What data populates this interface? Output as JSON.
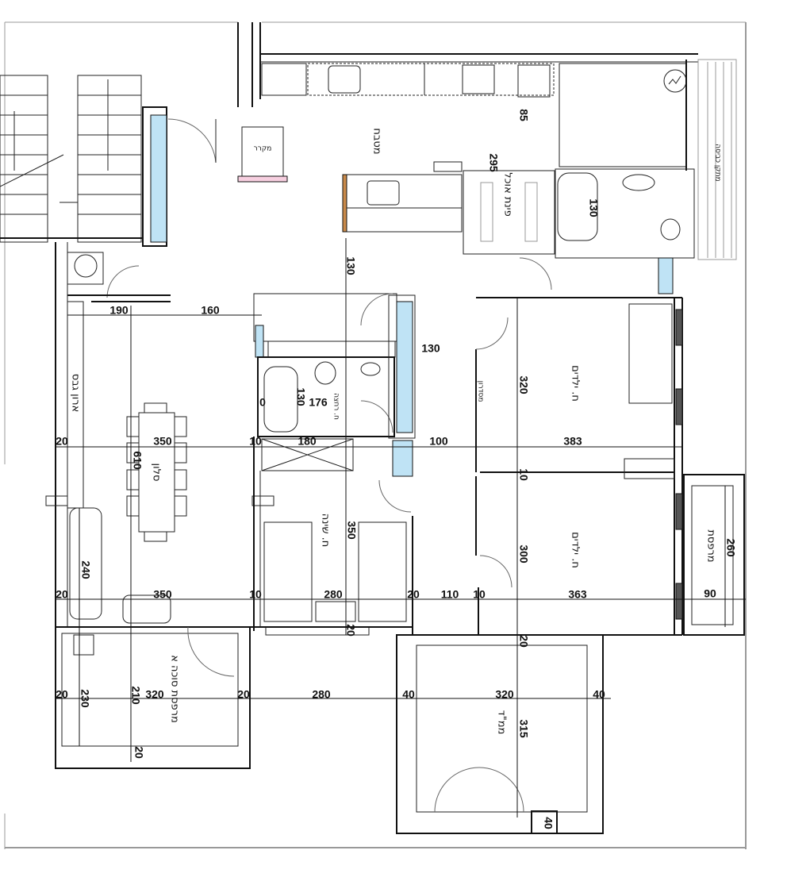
{
  "plan": {
    "rooms": {
      "kitchen": "מטבח",
      "fridge": "מקרר",
      "dining": "פינת אוכל",
      "laundry": "מתקן כביסה",
      "kids_room_1": "ח. ילדים",
      "corridor": "מסדרון",
      "kids_room_2": "ח. ילדים",
      "balcony": "מרפסת",
      "closet": "ארון גבס",
      "living": "סלון",
      "bathroom": "ח. רחצה",
      "bedroom": "ח. שינה",
      "sukkah_balcony": "מרפסת סוכה א",
      "safe_room": "ממ\"ד"
    },
    "dimensions": [
      "190",
      "160",
      "130",
      "130",
      "20",
      "350",
      "10",
      "180",
      "100",
      "383",
      "610",
      "130",
      "176",
      "0",
      "320",
      "10",
      "300",
      "350",
      "240",
      "20",
      "350",
      "10",
      "280",
      "20",
      "110",
      "10",
      "363",
      "90",
      "260",
      "20",
      "20",
      "20",
      "230",
      "210",
      "320",
      "20",
      "280",
      "40",
      "320",
      "40",
      "315",
      "20",
      "40",
      "295",
      "85",
      "130"
    ]
  }
}
